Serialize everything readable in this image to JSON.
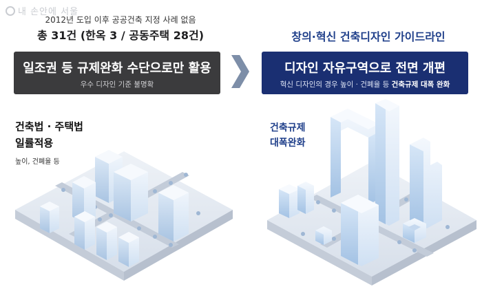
{
  "watermark": "내 손안에 서울",
  "left": {
    "subtitle": "2012년 도입 이후 공공건축 지정 사례 없음",
    "count": "총 31건 (한옥 3 / 공동주택 28건)",
    "box_main": "일조권 등 규제완화 수단으로만 활용",
    "box_sub": "우수 디자인 기준 불명확",
    "label_line1": "건축법 · 주택법",
    "label_line2": "일률적용",
    "label_small": "높이, 건폐율 등"
  },
  "right": {
    "title": "창의·혁신 건축디자인 가이드라인",
    "box_main": "디자인 자유구역으로 전면 개편",
    "box_sub_prefix": "혁신 디자인의 경우 높이 · 건폐율 등 ",
    "box_sub_bold": "건축규제 대폭 완화",
    "label_line1": "건축규제",
    "label_line2": "대폭완화"
  },
  "colors": {
    "left_box": "#3b3b3d",
    "right_box": "#1a2f72",
    "right_accent": "#1f3f8a",
    "arrow": "#7d8ea8"
  }
}
